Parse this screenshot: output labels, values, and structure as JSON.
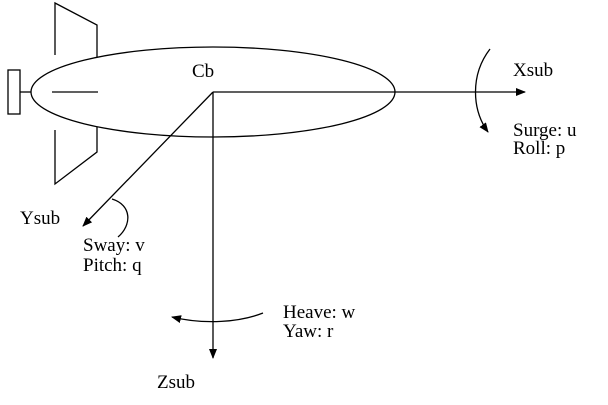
{
  "diagram": {
    "center_label": "Cb",
    "x_axis": {
      "label": "Xsub",
      "motion_line1": "Surge: u",
      "motion_line2": "Roll: p"
    },
    "y_axis": {
      "label": "Ysub",
      "motion_line1": "Sway: v",
      "motion_line2": "Pitch: q"
    },
    "z_axis": {
      "label": "Zsub",
      "motion_line1": "Heave: w",
      "motion_line2": "Yaw: r"
    },
    "colors": {
      "stroke": "#000000",
      "background": "#ffffff"
    }
  }
}
